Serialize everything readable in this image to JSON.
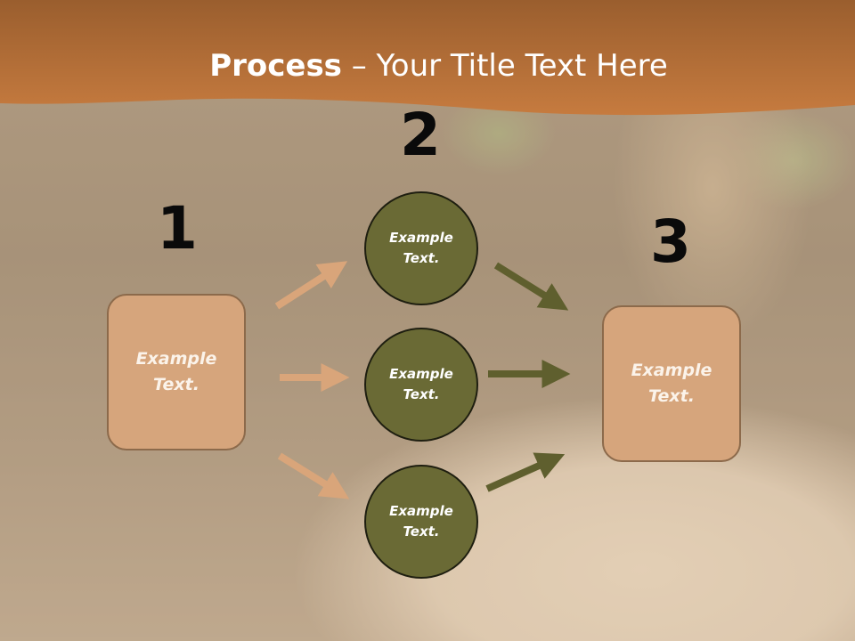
{
  "title": {
    "bold": "Process",
    "rest": " – Your Title Text Here"
  },
  "steps": {
    "one": "1",
    "two": "2",
    "three": "3"
  },
  "left_box": {
    "line1": "Example",
    "line2": "Text."
  },
  "right_box": {
    "line1": "Example",
    "line2": "Text."
  },
  "circles": [
    {
      "line1": "Example",
      "line2": "Text."
    },
    {
      "line1": "Example",
      "line2": "Text."
    },
    {
      "line1": "Example",
      "line2": "Text."
    }
  ],
  "colors": {
    "header": "#b9713a",
    "box_fill": "#d6a57c",
    "circle_fill": "#6a6a35",
    "arrow_light": "#d9a57a",
    "arrow_dark": "#5f5f2e"
  }
}
